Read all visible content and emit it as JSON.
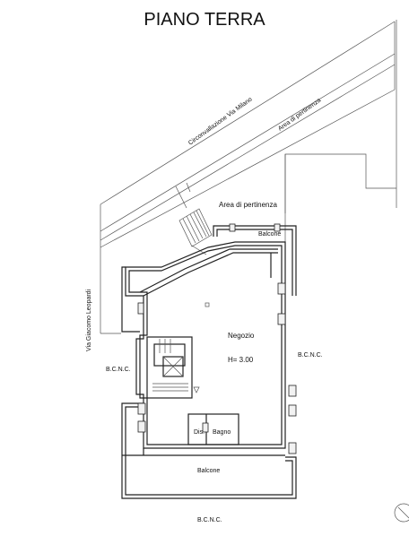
{
  "title": "PIANO TERRA",
  "labels": {
    "street_north": "Circonvallazione  Via Milano",
    "area_pertinenza_strip": "Area di pertinenza",
    "area_pertinenza": "Area di pertinenza",
    "balcone_top": "Balcone",
    "street_west": "Via Giacomo Leopardi",
    "negozio": "Negozio",
    "height": "H= 3.00",
    "bcnc_left": "B.C.N.C.",
    "bcnc_right": "B.C.N.C.",
    "dis": "Dis.",
    "bagno": "Bagno",
    "balcone_bottom": "Balcone",
    "bcnc_bottom": "B.C.N.C."
  }
}
